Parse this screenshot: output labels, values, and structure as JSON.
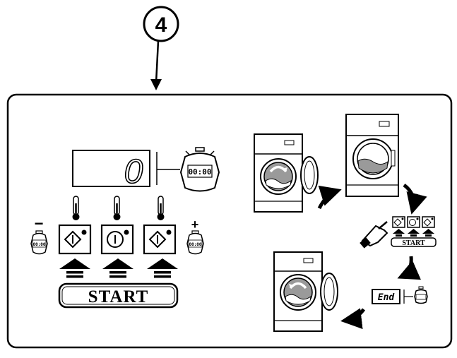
{
  "step": {
    "number": "4"
  },
  "display": {
    "digit": "0"
  },
  "timer": {
    "readout": "00:00",
    "small_readout": "00:00"
  },
  "controls": {
    "minus_label": "−",
    "plus_label": "+",
    "start_label": "START",
    "programs": [
      {
        "icon": "diamond-start-icon"
      },
      {
        "icon": "circle-start-icon"
      },
      {
        "icon": "diamond-start-icon"
      }
    ]
  },
  "sequence": {
    "mini_start_label": "START",
    "end_label": "End"
  },
  "colors": {
    "ink": "#000000",
    "paper": "#ffffff",
    "drum_grey": "#9a9a9a"
  }
}
